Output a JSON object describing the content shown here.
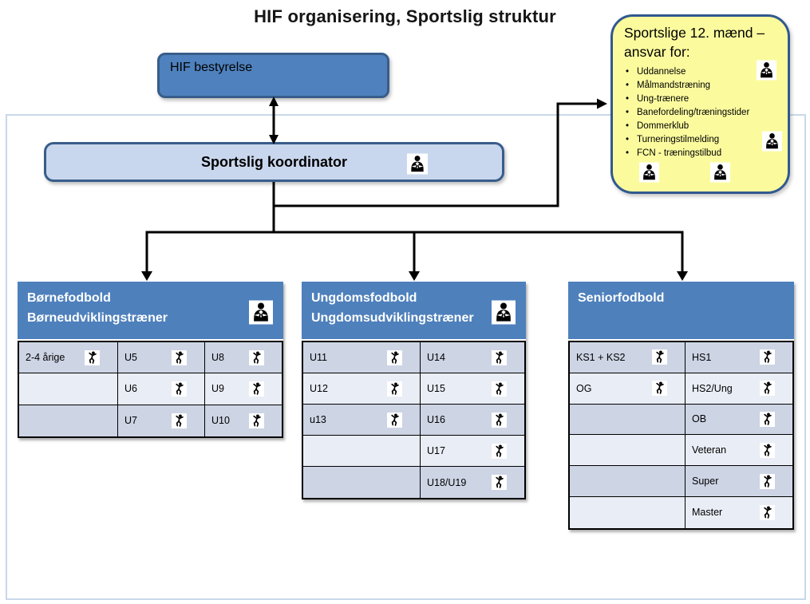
{
  "title": "HIF organisering, Sportslig struktur",
  "boxes": {
    "bestyrelse": {
      "label": "HIF bestyrelse"
    },
    "koordinator": {
      "label": "Sportslig koordinator"
    }
  },
  "note": {
    "title_line1": "Sportslige 12. mænd –",
    "title_line2": "ansvar for:",
    "items": [
      "Uddannelse",
      "Målmandstræning",
      "Ung-trænere",
      "Banefordeling/træningstider",
      "Dommerklub",
      "Turneringstilmelding",
      "FCN - træningstilbud"
    ]
  },
  "tables": [
    {
      "header_line1": "Børnefodbold",
      "header_line2": "Børneudviklingstræner",
      "header_icon": true,
      "rows": [
        [
          {
            "label": "2-4 årige",
            "icon": true
          },
          {
            "label": "U5",
            "icon": true
          },
          {
            "label": "U8",
            "icon": true
          }
        ],
        [
          {
            "label": "",
            "icon": false
          },
          {
            "label": "U6",
            "icon": true
          },
          {
            "label": "U9",
            "icon": true
          }
        ],
        [
          {
            "label": "",
            "icon": false
          },
          {
            "label": "U7",
            "icon": true
          },
          {
            "label": "U10",
            "icon": true
          }
        ]
      ]
    },
    {
      "header_line1": "Ungdomsfodbold",
      "header_line2": "Ungdomsudviklingstræner",
      "header_icon": true,
      "rows": [
        [
          {
            "label": "U11",
            "icon": true
          },
          {
            "label": "U14",
            "icon": true
          }
        ],
        [
          {
            "label": "U12",
            "icon": true
          },
          {
            "label": "U15",
            "icon": true
          }
        ],
        [
          {
            "label": "u13",
            "icon": true
          },
          {
            "label": "U16",
            "icon": true
          }
        ],
        [
          {
            "label": "",
            "icon": false
          },
          {
            "label": "U17",
            "icon": true
          }
        ],
        [
          {
            "label": "",
            "icon": false
          },
          {
            "label": "U18/U19",
            "icon": true
          }
        ]
      ]
    },
    {
      "header_line1": "Seniorfodbold",
      "header_line2": "",
      "header_icon": false,
      "rows": [
        [
          {
            "label": "KS1 + KS2",
            "icon": true
          },
          {
            "label": "HS1",
            "icon": true
          }
        ],
        [
          {
            "label": "OG",
            "icon": true
          },
          {
            "label": "HS2/Ung",
            "icon": true
          }
        ],
        [
          {
            "label": "",
            "icon": false
          },
          {
            "label": "OB",
            "icon": true
          }
        ],
        [
          {
            "label": "",
            "icon": false
          },
          {
            "label": "Veteran",
            "icon": true
          }
        ],
        [
          {
            "label": "",
            "icon": false
          },
          {
            "label": "Super",
            "icon": true
          }
        ],
        [
          {
            "label": "",
            "icon": false
          },
          {
            "label": "Master",
            "icon": true
          }
        ]
      ]
    }
  ],
  "icons": {
    "coach_icon": "businessman-coach",
    "player_icon": "jumping-player"
  },
  "colors": {
    "header_blue": "#4e80bc",
    "box_blue": "#4e81bd",
    "box_border": "#385d8a",
    "koordinator_fill": "#c9d7ee",
    "note_fill": "#fbfb9e",
    "note_border": "#31598f",
    "row_dark": "#cdd4e4",
    "row_light": "#e9edf5",
    "container_border": "#c9d8ea",
    "arrow": "#000000"
  }
}
